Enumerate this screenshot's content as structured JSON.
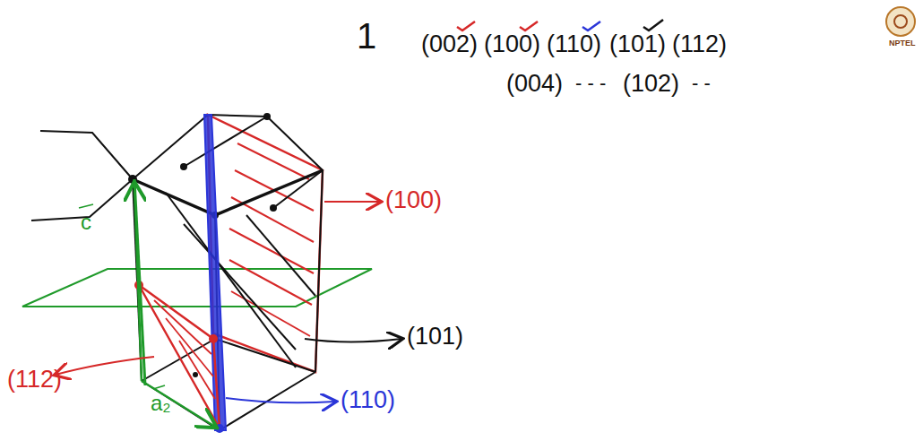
{
  "diagram": {
    "labels": [
      "1",
      "(002)",
      "(100)",
      "(110)",
      "(101)",
      "(112)",
      "(004)",
      "- - -",
      "(102)",
      "- -",
      "(100)",
      "(101)",
      "(110)",
      "(112)",
      "c",
      "a₂",
      "NPTEL"
    ]
  }
}
